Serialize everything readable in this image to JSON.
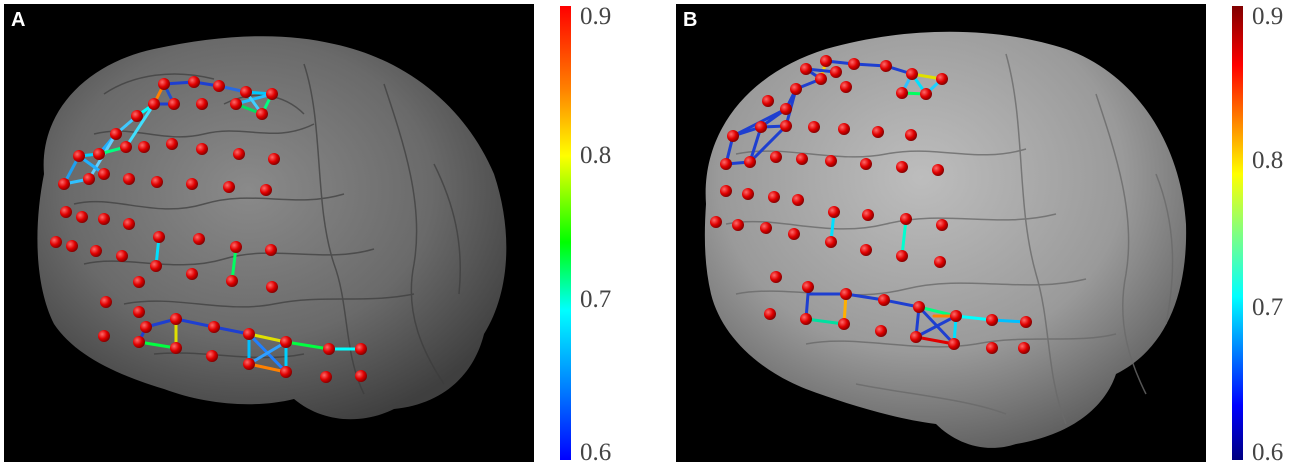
{
  "panels": [
    {
      "letter": "A"
    },
    {
      "letter": "B"
    }
  ],
  "colorbar": {
    "ticks": [
      "0.9",
      "0.8",
      "0.7",
      "0.6"
    ],
    "range": [
      0.6,
      0.9
    ]
  },
  "colors": {
    "electrode": "#e00000",
    "brain": "#6f6f6f",
    "background": "#000000"
  }
}
